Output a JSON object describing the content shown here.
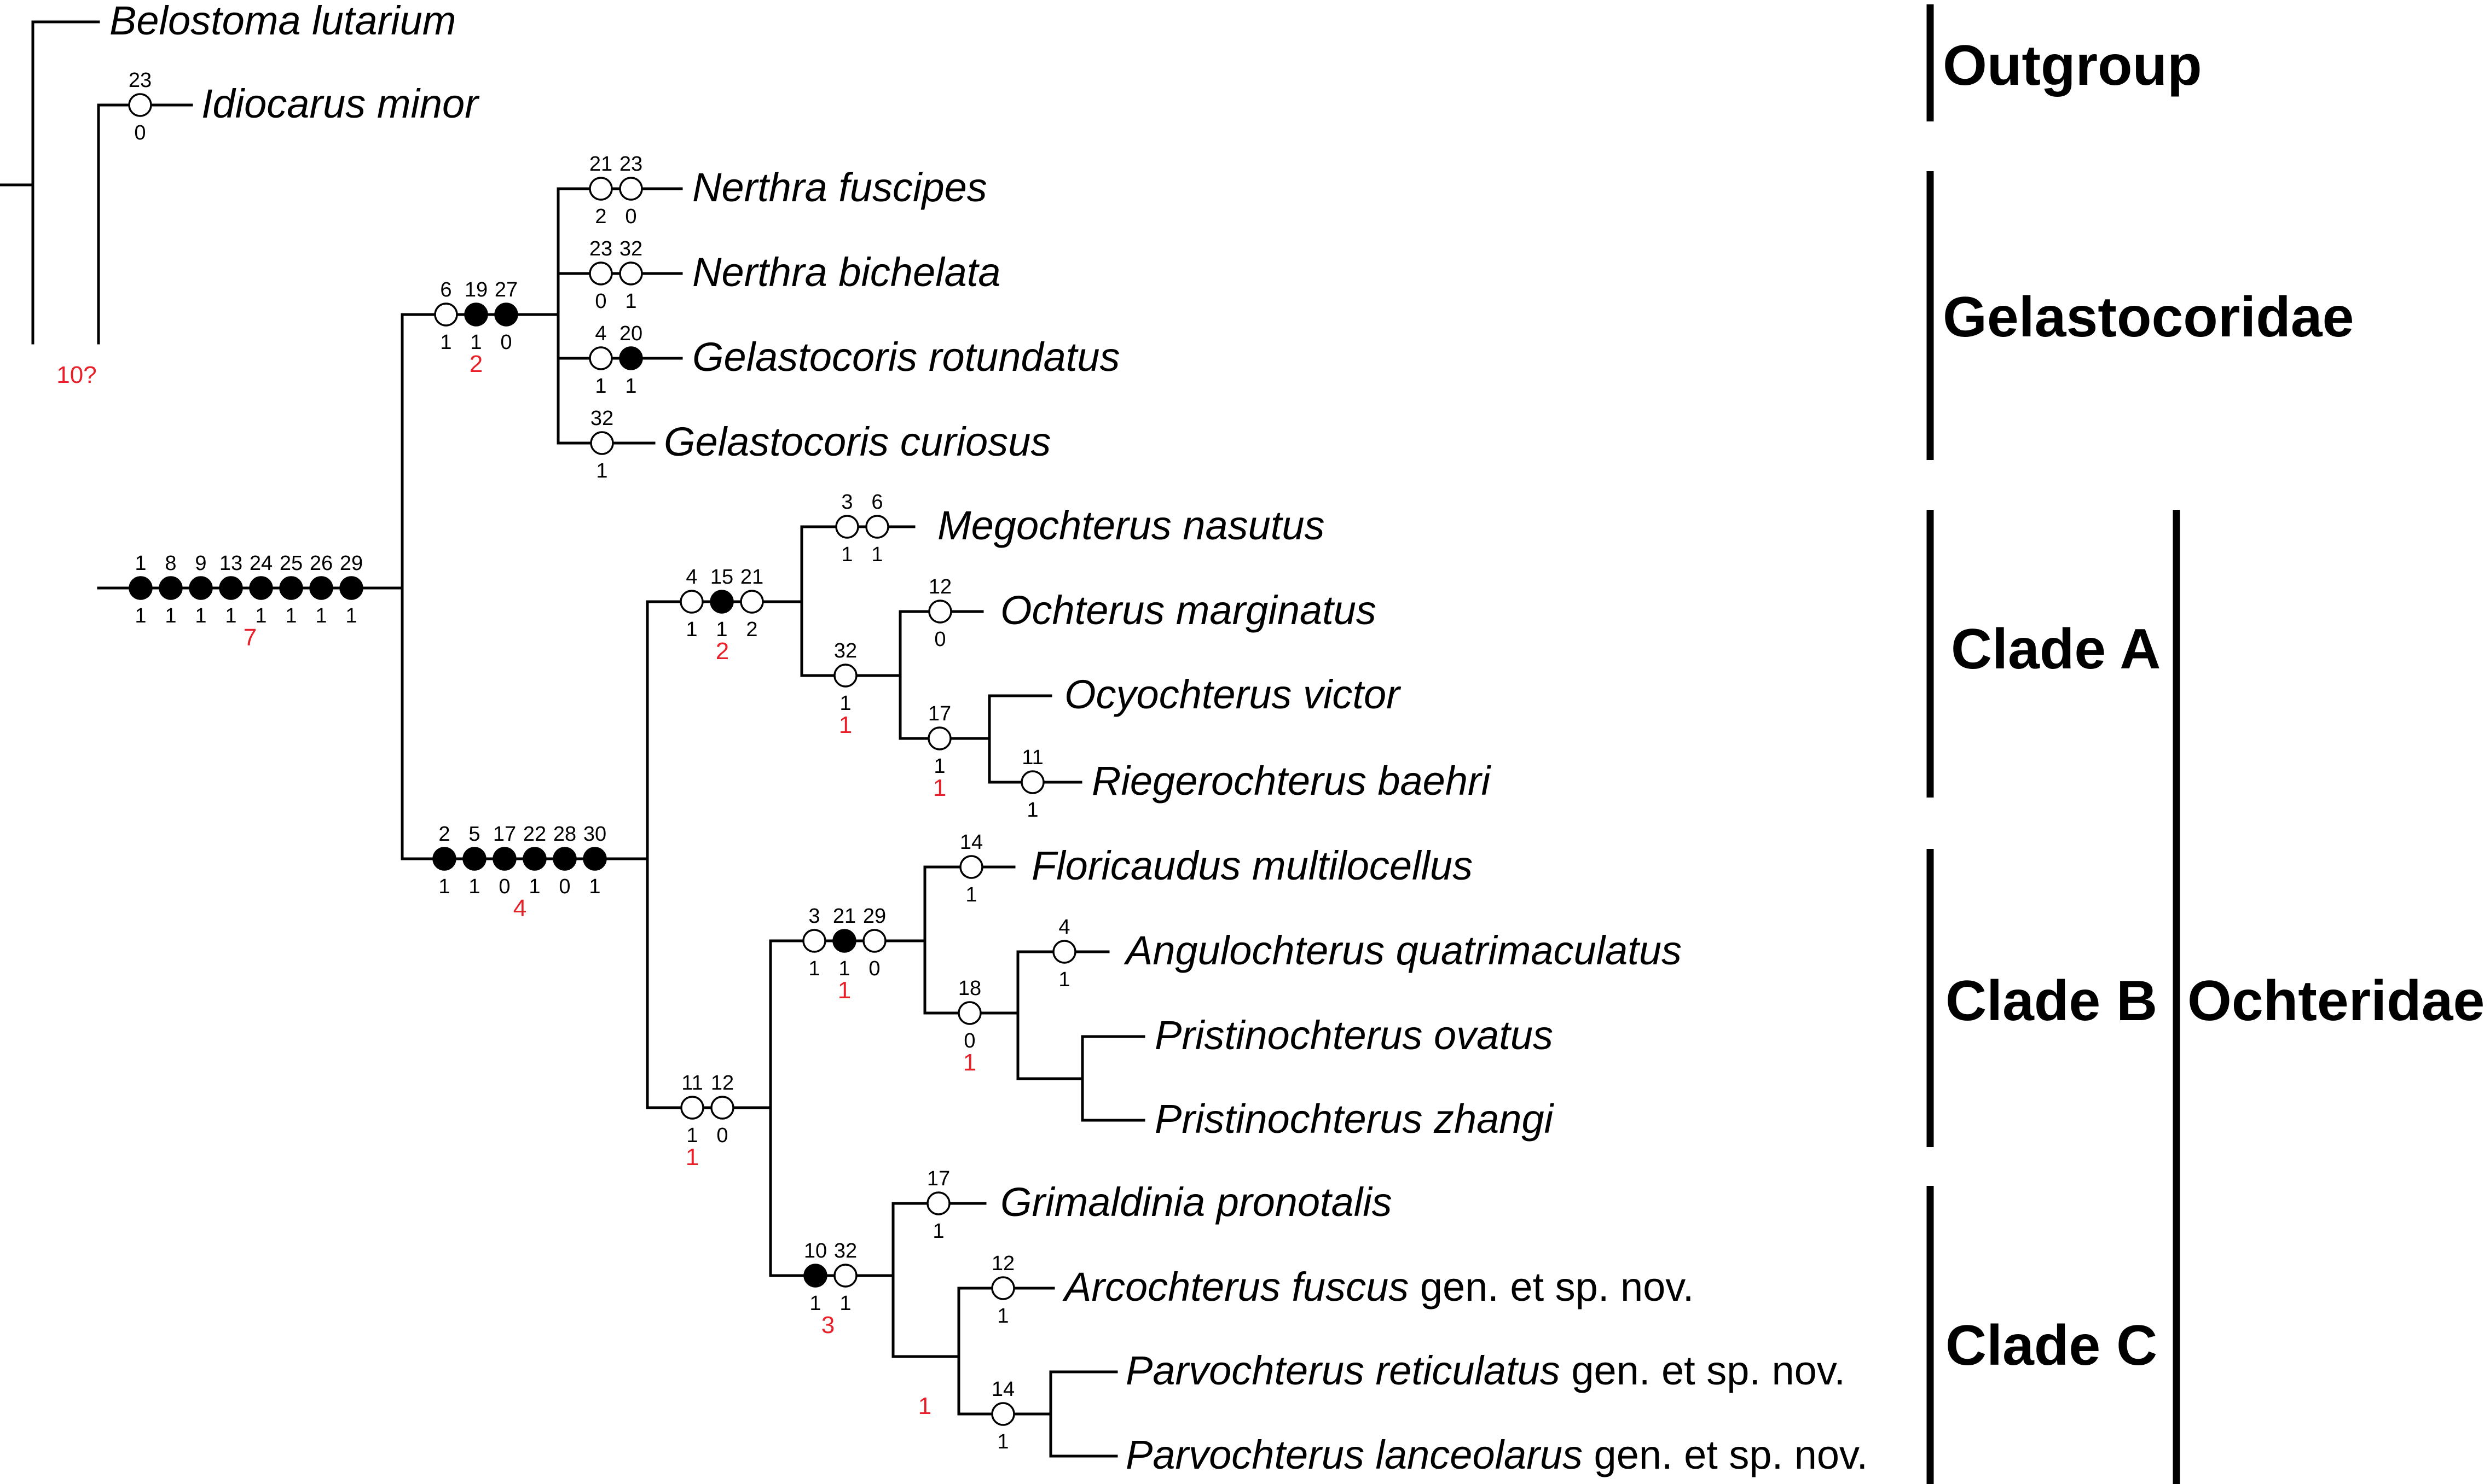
{
  "colors": {
    "line": "#000000",
    "support": "#e8202a",
    "open_state": "#ffffff",
    "filled_state": "#000000"
  },
  "taxa": {
    "belostoma": {
      "name": "Belostoma lutarium",
      "suffix": ""
    },
    "idiocarus": {
      "name": "Idiocarus minor",
      "suffix": ""
    },
    "nerthra_f": {
      "name": "Nerthra fuscipes",
      "suffix": ""
    },
    "nerthra_b": {
      "name": "Nerthra bichelata",
      "suffix": ""
    },
    "gelasto_r": {
      "name": "Gelastocoris rotundatus",
      "suffix": ""
    },
    "gelasto_c": {
      "name": "Gelastocoris curiosus",
      "suffix": ""
    },
    "megochterus": {
      "name": "Megochterus nasutus",
      "suffix": ""
    },
    "ochterus": {
      "name": "Ochterus marginatus",
      "suffix": ""
    },
    "ocyochterus": {
      "name": "Ocyochterus victor",
      "suffix": ""
    },
    "riegero": {
      "name": "Riegerochterus baehri",
      "suffix": ""
    },
    "floricaudus": {
      "name": "Floricaudus multilocellus",
      "suffix": ""
    },
    "angulo": {
      "name": "Angulochterus quatrimaculatus",
      "suffix": ""
    },
    "pristino_o": {
      "name": "Pristinochterus ovatus",
      "suffix": ""
    },
    "pristino_z": {
      "name": "Pristinochterus zhangi",
      "suffix": ""
    },
    "grimaldinia": {
      "name": "Grimaldinia pronotalis",
      "suffix": ""
    },
    "arco": {
      "name": "Arcochterus fuscus",
      "suffix": " gen. et sp. nov."
    },
    "parvo_r": {
      "name": "Parvochterus reticulatus",
      "suffix": " gen. et sp. nov."
    },
    "parvo_l": {
      "name": "Parvochterus lanceolarus",
      "suffix": " gen. et sp. nov."
    }
  },
  "groups": {
    "outgroup": "Outgroup",
    "gelastocoridae": "Gelastocoridae",
    "clade_a": "Clade A",
    "clade_b": "Clade B",
    "clade_c": "Clade C",
    "ochteridae": "Ochteridae"
  },
  "branches": {
    "idiocarus": {
      "chars": [
        {
          "c": "23",
          "s": "0",
          "f": false
        }
      ],
      "support": ""
    },
    "root_node": {
      "chars": [],
      "support": "10?"
    },
    "ingroup": {
      "chars": [
        {
          "c": "1",
          "s": "1",
          "f": true
        },
        {
          "c": "8",
          "s": "1",
          "f": true
        },
        {
          "c": "9",
          "s": "1",
          "f": true
        },
        {
          "c": "13",
          "s": "1",
          "f": true
        },
        {
          "c": "24",
          "s": "1",
          "f": true
        },
        {
          "c": "25",
          "s": "1",
          "f": true
        },
        {
          "c": "26",
          "s": "1",
          "f": true
        },
        {
          "c": "29",
          "s": "1",
          "f": true
        }
      ],
      "support": "7"
    },
    "gelastocoridae": {
      "chars": [
        {
          "c": "6",
          "s": "1",
          "f": false
        },
        {
          "c": "19",
          "s": "1",
          "f": true
        },
        {
          "c": "27",
          "s": "0",
          "f": true
        }
      ],
      "support": "2"
    },
    "nerthra_f": {
      "chars": [
        {
          "c": "21",
          "s": "2",
          "f": false
        },
        {
          "c": "23",
          "s": "0",
          "f": false
        }
      ],
      "support": ""
    },
    "nerthra_b": {
      "chars": [
        {
          "c": "23",
          "s": "0",
          "f": false
        },
        {
          "c": "32",
          "s": "1",
          "f": false
        }
      ],
      "support": ""
    },
    "gelasto_r": {
      "chars": [
        {
          "c": "4",
          "s": "1",
          "f": false
        },
        {
          "c": "20",
          "s": "1",
          "f": true
        }
      ],
      "support": ""
    },
    "gelasto_c": {
      "chars": [
        {
          "c": "32",
          "s": "1",
          "f": false
        }
      ],
      "support": ""
    },
    "ochteridae": {
      "chars": [
        {
          "c": "2",
          "s": "1",
          "f": true
        },
        {
          "c": "5",
          "s": "1",
          "f": true
        },
        {
          "c": "17",
          "s": "0",
          "f": true
        },
        {
          "c": "22",
          "s": "1",
          "f": true
        },
        {
          "c": "28",
          "s": "0",
          "f": true
        },
        {
          "c": "30",
          "s": "1",
          "f": true
        }
      ],
      "support": "4"
    },
    "clade_a": {
      "chars": [
        {
          "c": "4",
          "s": "1",
          "f": false
        },
        {
          "c": "15",
          "s": "1",
          "f": true
        },
        {
          "c": "21",
          "s": "2",
          "f": false
        }
      ],
      "support": "2"
    },
    "megochterus": {
      "chars": [
        {
          "c": "3",
          "s": "1",
          "f": false
        },
        {
          "c": "6",
          "s": "1",
          "f": false
        }
      ],
      "support": ""
    },
    "a_inner": {
      "chars": [
        {
          "c": "32",
          "s": "1",
          "f": false
        }
      ],
      "support": "1"
    },
    "ochterus": {
      "chars": [
        {
          "c": "12",
          "s": "0",
          "f": false
        }
      ],
      "support": ""
    },
    "ocy_rieg": {
      "chars": [
        {
          "c": "17",
          "s": "1",
          "f": false
        }
      ],
      "support": "1"
    },
    "riegero": {
      "chars": [
        {
          "c": "11",
          "s": "1",
          "f": false
        }
      ],
      "support": ""
    },
    "bc": {
      "chars": [
        {
          "c": "11",
          "s": "1",
          "f": false
        },
        {
          "c": "12",
          "s": "0",
          "f": false
        }
      ],
      "support": "1"
    },
    "clade_b": {
      "chars": [
        {
          "c": "3",
          "s": "1",
          "f": false
        },
        {
          "c": "21",
          "s": "1",
          "f": true
        },
        {
          "c": "29",
          "s": "0",
          "f": false
        }
      ],
      "support": "1"
    },
    "floricaudus": {
      "chars": [
        {
          "c": "14",
          "s": "1",
          "f": false
        }
      ],
      "support": ""
    },
    "b_inner": {
      "chars": [
        {
          "c": "18",
          "s": "0",
          "f": false
        }
      ],
      "support": "1"
    },
    "angulo": {
      "chars": [
        {
          "c": "4",
          "s": "1",
          "f": false
        }
      ],
      "support": ""
    },
    "clade_c": {
      "chars": [
        {
          "c": "10",
          "s": "1",
          "f": true
        },
        {
          "c": "32",
          "s": "1",
          "f": false
        }
      ],
      "support": "3"
    },
    "grimaldinia": {
      "chars": [
        {
          "c": "17",
          "s": "1",
          "f": false
        }
      ],
      "support": ""
    },
    "c_inner": {
      "chars": [],
      "support": "1"
    },
    "arco": {
      "chars": [
        {
          "c": "12",
          "s": "1",
          "f": false
        }
      ],
      "support": ""
    },
    "parvo": {
      "chars": [
        {
          "c": "14",
          "s": "1",
          "f": false
        }
      ],
      "support": ""
    }
  }
}
